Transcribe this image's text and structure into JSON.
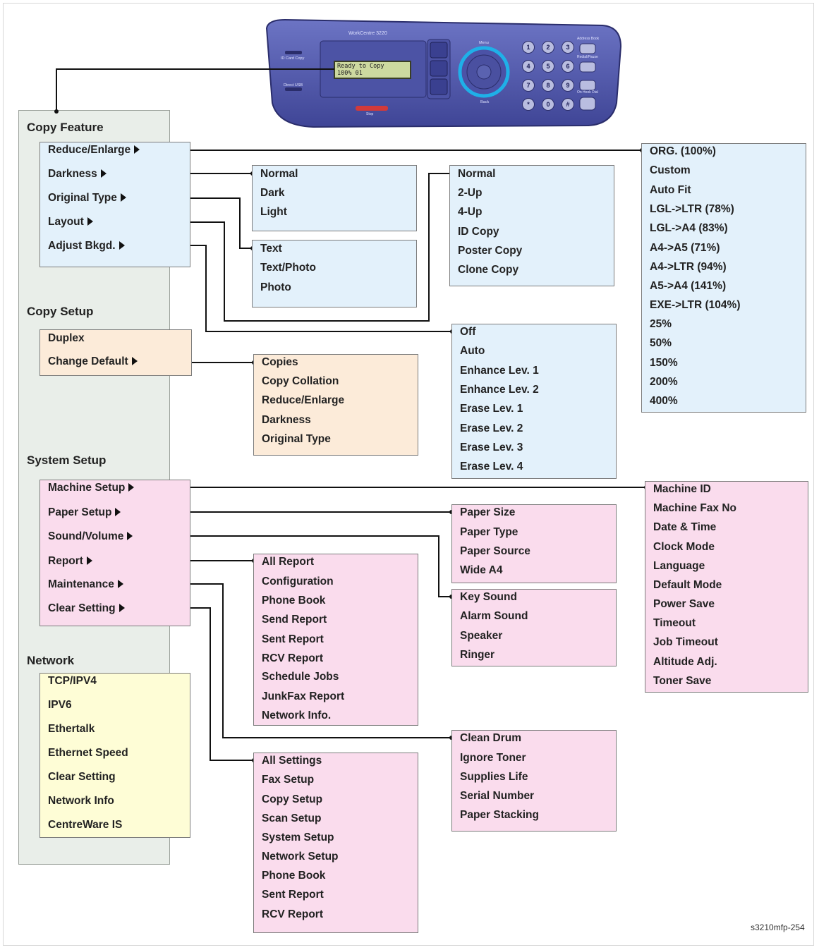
{
  "device": {
    "model_label": "WorkCentre 3220",
    "lcd_line1": "Ready to Copy",
    "lcd_line2": "100%           01",
    "id_card_copy": "ID Card Copy",
    "direct_usb": "Direct USB",
    "menu": "Menu",
    "back": "Back",
    "address_book": "Address Book",
    "redial_pause": "Redial/Pause",
    "on_hook_dial": "On Hook Dial",
    "stop": "Stop",
    "keys": [
      "1",
      "2",
      "3",
      "4",
      "5",
      "6",
      "7",
      "8",
      "9",
      "*",
      "0",
      "#"
    ]
  },
  "sections": {
    "copy_feature": "Copy Feature",
    "copy_setup": "Copy Setup",
    "system_setup": "System Setup",
    "network": "Network"
  },
  "copy_feature_items": [
    "Reduce/Enlarge",
    "Darkness",
    "Original Type",
    "Layout",
    "Adjust Bkgd."
  ],
  "copy_setup_items": [
    "Duplex",
    "Change Default"
  ],
  "system_setup_items": [
    "Machine Setup",
    "Paper Setup",
    "Sound/Volume",
    "Report",
    "Maintenance",
    "Clear Setting"
  ],
  "network_items": [
    "TCP/IPV4",
    "IPV6",
    "Ethertalk",
    "Ethernet Speed",
    "Clear Setting",
    "Network Info",
    "CentreWare IS"
  ],
  "submenus": {
    "darkness": [
      "Normal",
      "Dark",
      "Light"
    ],
    "original_type": [
      "Text",
      "Text/Photo",
      "Photo"
    ],
    "layout": [
      "Normal",
      "2-Up",
      "4-Up",
      "ID Copy",
      "Poster Copy",
      "Clone Copy"
    ],
    "reduce_enlarge": [
      "ORG. (100%)",
      "Custom",
      "Auto Fit",
      "LGL->LTR (78%)",
      "LGL->A4 (83%)",
      "A4->A5 (71%)",
      "A4->LTR (94%)",
      "A5->A4 (141%)",
      "EXE->LTR (104%)",
      "25%",
      "50%",
      "150%",
      "200%",
      "400%"
    ],
    "adjust_bkgd": [
      "Off",
      "Auto",
      "Enhance Lev. 1",
      "Enhance Lev. 2",
      "Erase Lev. 1",
      "Erase Lev. 2",
      "Erase Lev. 3",
      "Erase Lev. 4"
    ],
    "change_default": [
      "Copies",
      "Copy Collation",
      "Reduce/Enlarge",
      "Darkness",
      "Original Type"
    ],
    "machine_setup": [
      "Machine ID",
      "Machine Fax No",
      "Date & Time",
      "Clock Mode",
      "Language",
      "Default Mode",
      "Power Save",
      "Timeout",
      "Job Timeout",
      "Altitude Adj.",
      "Toner Save"
    ],
    "paper_setup": [
      "Paper Size",
      "Paper Type",
      "Paper Source",
      "Wide A4"
    ],
    "sound_volume": [
      "Key Sound",
      "Alarm Sound",
      "Speaker",
      "Ringer"
    ],
    "report": [
      "All Report",
      "Configuration",
      "Phone Book",
      "Send Report",
      "Sent Report",
      "RCV Report",
      "Schedule Jobs",
      "JunkFax Report",
      "Network Info."
    ],
    "maintenance": [
      "Clean Drum",
      "Ignore Toner",
      "Supplies Life",
      "Serial Number",
      "Paper Stacking"
    ],
    "clear_setting": [
      "All Settings",
      "Fax Setup",
      "Copy Setup",
      "Scan Setup",
      "System Setup",
      "Network Setup",
      "Phone Book",
      "Sent Report",
      "RCV Report"
    ]
  },
  "colors": {
    "copy_feature": "#e3f1fb",
    "copy_setup": "#fcebd9",
    "system_setup": "#fadced",
    "network": "#fefdd6",
    "device_body": "#5a62b0"
  },
  "figure_id": "s3210mfp-254"
}
